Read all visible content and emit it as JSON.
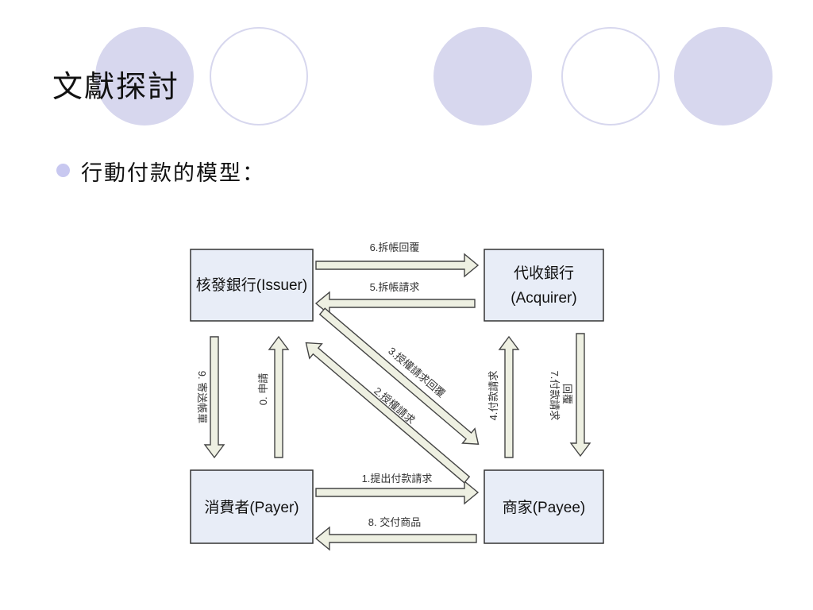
{
  "slide": {
    "title": "文獻探討",
    "bullet": "行動付款的模型："
  },
  "colors": {
    "decor": "#d7d7ee",
    "bullet": "#c8c8f0",
    "box_fill": "#e8edf7",
    "arrow_fill": "#eef0e2"
  },
  "diagram": {
    "nodes": {
      "issuer": "核發銀行(Issuer)",
      "acquirer_line1": "代收銀行",
      "acquirer_line2": "(Acquirer)",
      "payer": "消費者(Payer)",
      "payee": "商家(Payee)"
    },
    "edges": {
      "e0": "0. 申請",
      "e1": "1.提出付款請求",
      "e2": "2.授權請求",
      "e3": "3.授權請求回覆",
      "e4": "4.付款請求",
      "e5": "5.拆帳請求",
      "e6": "6.拆帳回覆",
      "e7a": "7.付款請求",
      "e7b": "回覆",
      "e8": "8. 交付商品",
      "e9": "9. 寄送帳單"
    }
  }
}
